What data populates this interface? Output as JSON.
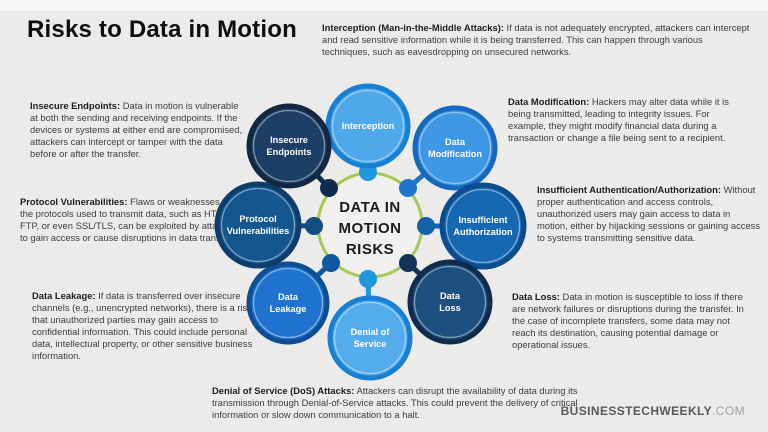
{
  "title": "Risks to Data in Motion",
  "background_color": "#ecebe9",
  "blocks": {
    "interception": {
      "lead": "Interception (Man-in-the-Middle Attacks):",
      "body": " If data is not adequately encrypted, attackers can intercept and read sensitive information while it is being transferred. This can happen through various techniques, such as eavesdropping on unsecured networks."
    },
    "insecure_endpoints": {
      "lead": "Insecure Endpoints:",
      "body": " Data in motion is vulnerable at both the sending and receiving endpoints. If the devices or systems at either end are compromised, attackers can intercept or tamper with the data before or after the transfer."
    },
    "protocol_vulnerabilities": {
      "lead": "Protocol Vulnerabilities:",
      "body": " Flaws or weaknesses in the protocols used to transmit data, such as HTTP, FTP, or even SSL/TLS, can be exploited by attackers to gain access or cause disruptions in data transfer."
    },
    "data_leakage": {
      "lead": "Data Leakage:",
      "body": " If data is transferred over insecure channels (e.g., unencrypted networks), there is a risk that unauthorized parties may gain access to confidential information. This could include personal data, intellectual property, or other sensitive business information."
    },
    "data_modification": {
      "lead": "Data Modification:",
      "body": " Hackers may alter data while it is being transmitted, leading to integrity issues. For example, they might modify financial data during a transaction or change a file being sent to a recipient."
    },
    "insufficient_authorization": {
      "lead": "Insufficient Authentication/Authorization:",
      "body": " Without proper authentication and access controls, unauthorized users may gain access to data in motion, either by hijacking sessions or gaining access to systems transmitting sensitive data."
    },
    "data_loss": {
      "lead": "Data Loss:",
      "body": " Data in motion is susceptible to loss if there are network failures or disruptions during the transfer. In the case of incomplete transfers, some data may not reach its destination, causing potential damage or operational issues."
    },
    "denial_of_service": {
      "lead": "Denial of Service (DoS) Attacks:",
      "body": " Attackers can disrupt the availability of data during its transmission through Denial-of-Service attacks. This could prevent the delivery of critical information or slow down communication to a halt."
    }
  },
  "diagram": {
    "hub": {
      "label_lines": [
        "DATA IN",
        "MOTION",
        "RISKS"
      ],
      "ring_color": "#a4ca55",
      "fill_color": "#f1f0ee",
      "text_color": "#1b1b1b"
    },
    "nodes": [
      {
        "id": "interception",
        "label_lines": [
          "Interception"
        ],
        "ring": "#1880d2",
        "fill": "#4fa8ea",
        "dot": "#2196dd"
      },
      {
        "id": "data-modification",
        "label_lines": [
          "Data",
          "Modification"
        ],
        "ring": "#1568be",
        "fill": "#3e97e4",
        "dot": "#1e74c8"
      },
      {
        "id": "insufficient-authorization",
        "label_lines": [
          "Insufficient",
          "Authorization"
        ],
        "ring": "#0c4c8c",
        "fill": "#1668b2",
        "dot": "#1262ac"
      },
      {
        "id": "data-loss",
        "label_lines": [
          "Data",
          "Loss"
        ],
        "ring": "#112b4c",
        "fill": "#1d507e",
        "dot": "#133258"
      },
      {
        "id": "denial-of-service",
        "label_lines": [
          "Denial of",
          "Service"
        ],
        "ring": "#1880d2",
        "fill": "#55acec",
        "dot": "#2196dd"
      },
      {
        "id": "data-leakage",
        "label_lines": [
          "Data",
          "Leakage"
        ],
        "ring": "#0d4e94",
        "fill": "#1f73ce",
        "dot": "#0f57a0"
      },
      {
        "id": "protocol-vulnerabilities",
        "label_lines": [
          "Protocol",
          "Vulnerabilities"
        ],
        "ring": "#0e3c6b",
        "fill": "#14578f",
        "dot": "#174c7e"
      },
      {
        "id": "insecure-endpoints",
        "label_lines": [
          "Insecure",
          "Endpoints"
        ],
        "ring": "#132740",
        "fill": "#1d3f66",
        "dot": "#102c4c"
      }
    ],
    "node_text_color": "#ffffff"
  },
  "footer": {
    "brand": "BUSINESSTECHWEEKLY",
    "suffix": ".COM"
  }
}
